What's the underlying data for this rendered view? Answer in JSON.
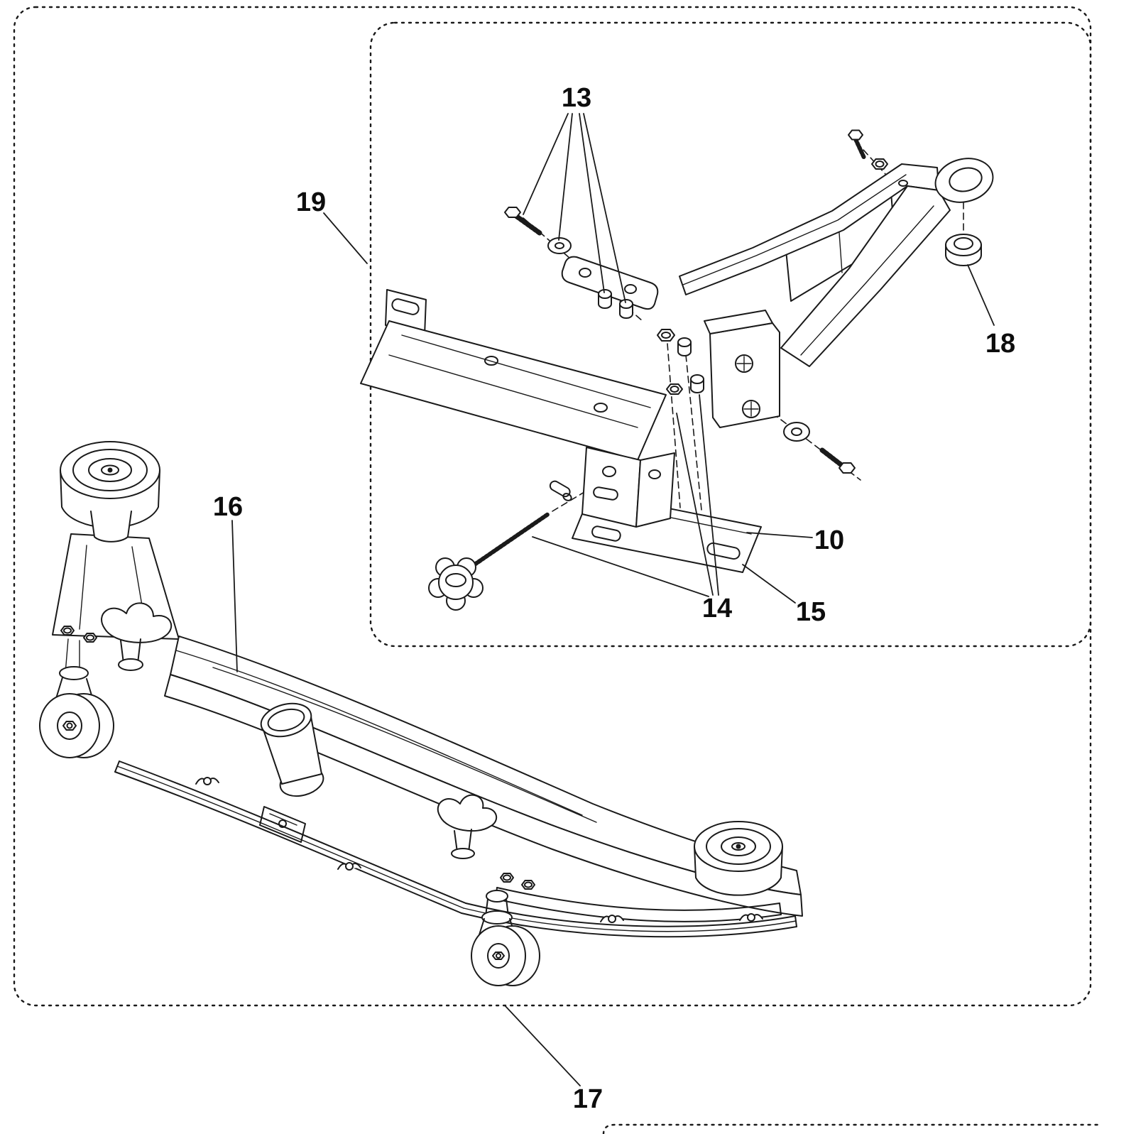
{
  "diagram": {
    "kind": "exploded-parts-diagram",
    "colors": {
      "line": "#1a1a1a",
      "background": "#ffffff"
    },
    "callouts": {
      "c10": "10",
      "c13": "13",
      "c14": "14",
      "c15": "15",
      "c16": "16",
      "c17": "17",
      "c18": "18",
      "c19": "19"
    }
  }
}
